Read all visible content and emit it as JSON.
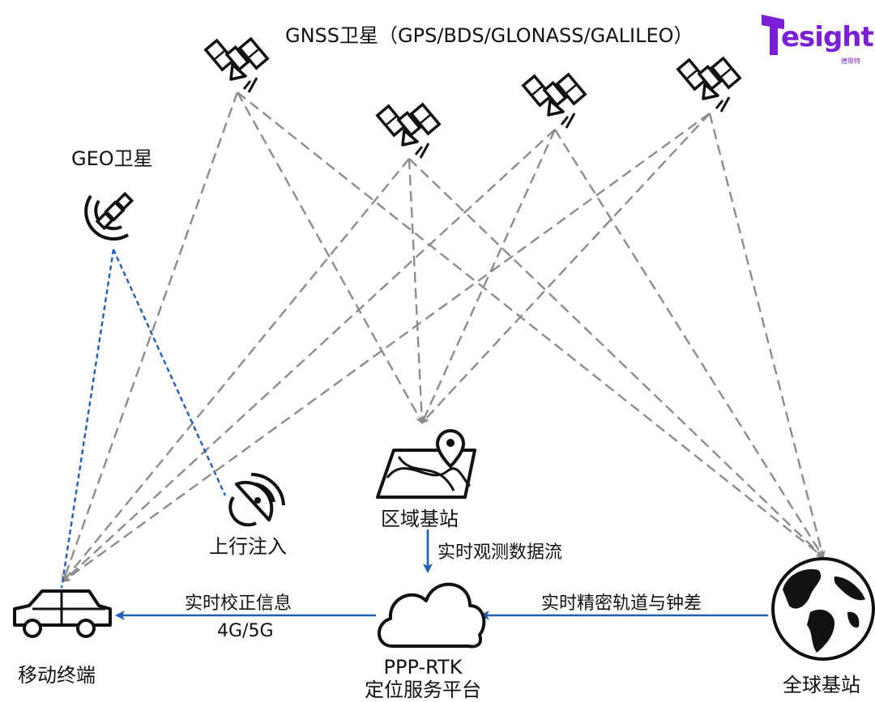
{
  "title": "GNSS卫星（GPS/BDS/GLONASS/GALILEO）",
  "geo_label": "GEO卫星",
  "uplink_label": "上行注入",
  "regional_label": "区域基站",
  "obs_stream_label": "实时观测数据流",
  "correction_label": "实时校正信息",
  "network_label": "4G/5G",
  "orbit_label": "实时精密轨道与钟差",
  "mobile_label": "移动终端",
  "global_label": "全球基站",
  "platform_line1": "PPP-RTK",
  "platform_line2": "定位服务平台",
  "logo": {
    "text": "esight",
    "sub": "德思特"
  },
  "colors": {
    "gray_link": "#8c8c8c",
    "blue_link": "#1f5fb8",
    "logo": "#7b1fd6"
  },
  "icons": {
    "gnss_satellites": "satellite-icon",
    "geo_satellite": "geo-satellite-icon",
    "uplink_dish": "satellite-dish-icon",
    "regional_station": "map-pin-icon",
    "platform": "cloud-icon",
    "mobile_terminal": "car-icon",
    "global_station": "globe-icon"
  }
}
